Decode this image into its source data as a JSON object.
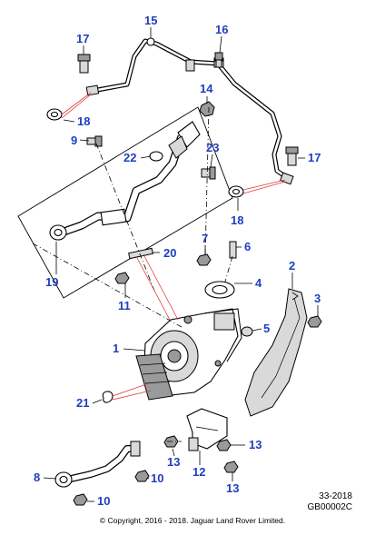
{
  "callouts": {
    "c1": "1",
    "c2": "2",
    "c3": "3",
    "c4": "4",
    "c5": "5",
    "c6": "6",
    "c7": "7",
    "c8": "8",
    "c9": "9",
    "c10a": "10",
    "c10b": "10",
    "c11": "11",
    "c12": "12",
    "c13a": "13",
    "c13b": "13",
    "c13c": "13",
    "c14": "14",
    "c15": "15",
    "c16": "16",
    "c17a": "17",
    "c17b": "17",
    "c18a": "18",
    "c18b": "18",
    "c19": "19",
    "c20": "20",
    "c21": "21",
    "c22": "22",
    "c23": "23"
  },
  "reference": {
    "line1": "33-2018",
    "line2": "GB00002C"
  },
  "copyright": "© Copyright, 2016 - 2018. Jaguar Land Rover Limited.",
  "colors": {
    "callout": "#1f3fbf",
    "leader_highlight": "#e03a3a",
    "line": "#000000"
  }
}
